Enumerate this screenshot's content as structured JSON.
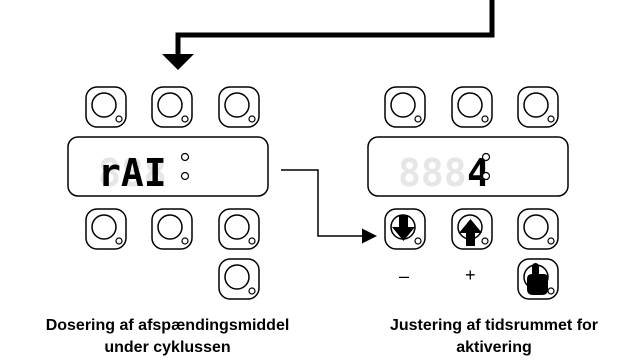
{
  "left_panel": {
    "display_text": "rAI",
    "display_ghost": "888",
    "caption_line1": "Dosering af afspændingsmiddel",
    "caption_line2": "under cyklussen"
  },
  "right_panel": {
    "display_text": "4",
    "display_ghost": "888",
    "minus_label": "–",
    "plus_label": "+",
    "caption_line1": "Justering af tidsrummet for",
    "caption_line2": "aktivering"
  },
  "icons": [
    "arrow-down-icon",
    "arrow-up-icon",
    "hand-pointer-icon"
  ],
  "colors": {
    "stroke": "#000000",
    "ghost_segment": "#e6e6e6",
    "background": "#ffffff"
  }
}
